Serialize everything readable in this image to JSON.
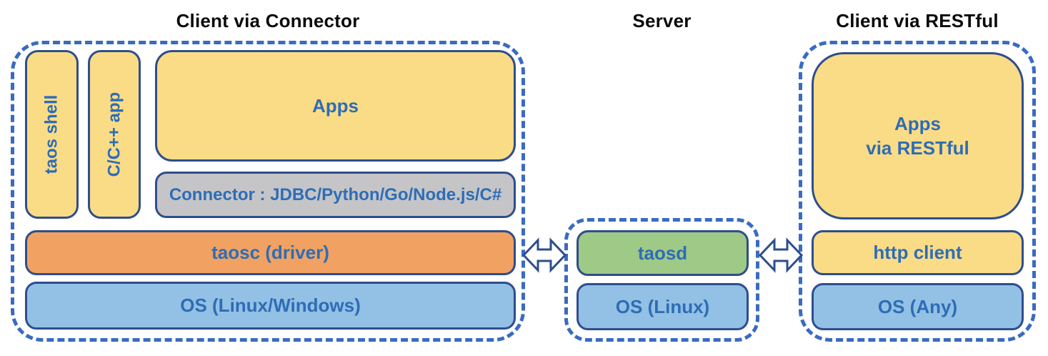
{
  "diagram": {
    "titles": {
      "left": "Client via Connector",
      "middle": "Server",
      "right": "Client via RESTful"
    },
    "client_connector_group": {
      "taos_shell_label": "taos shell",
      "cpp_app_label": "C/C++ app",
      "apps_label": "Apps",
      "connector_label": "Connector : JDBC/Python/Go/Node.js/C#",
      "taosc_label": "taosc (driver)",
      "os_label": "OS (Linux/Windows)"
    },
    "server_group": {
      "taosd_label": "taosd",
      "os_label": "OS (Linux)"
    },
    "client_restful_group": {
      "apps_label": "Apps\nvia RESTful",
      "http_client_label": "http client",
      "os_label": "OS (Any)"
    },
    "icons": {
      "left_link": "double-headed-arrow",
      "right_link": "double-headed-arrow"
    },
    "colors": {
      "app_yellow": "#FBDC86",
      "driver_orange": "#F1A262",
      "os_blue": "#93C0E5",
      "server_green": "#9FC986",
      "connector_gray": "#C5C5C8",
      "container_dash_blue": "#3A6BC0",
      "box_border_navy": "#2E4E8D",
      "label_blue": "#2E6DB5",
      "title_black": "#0A0A0A"
    }
  }
}
